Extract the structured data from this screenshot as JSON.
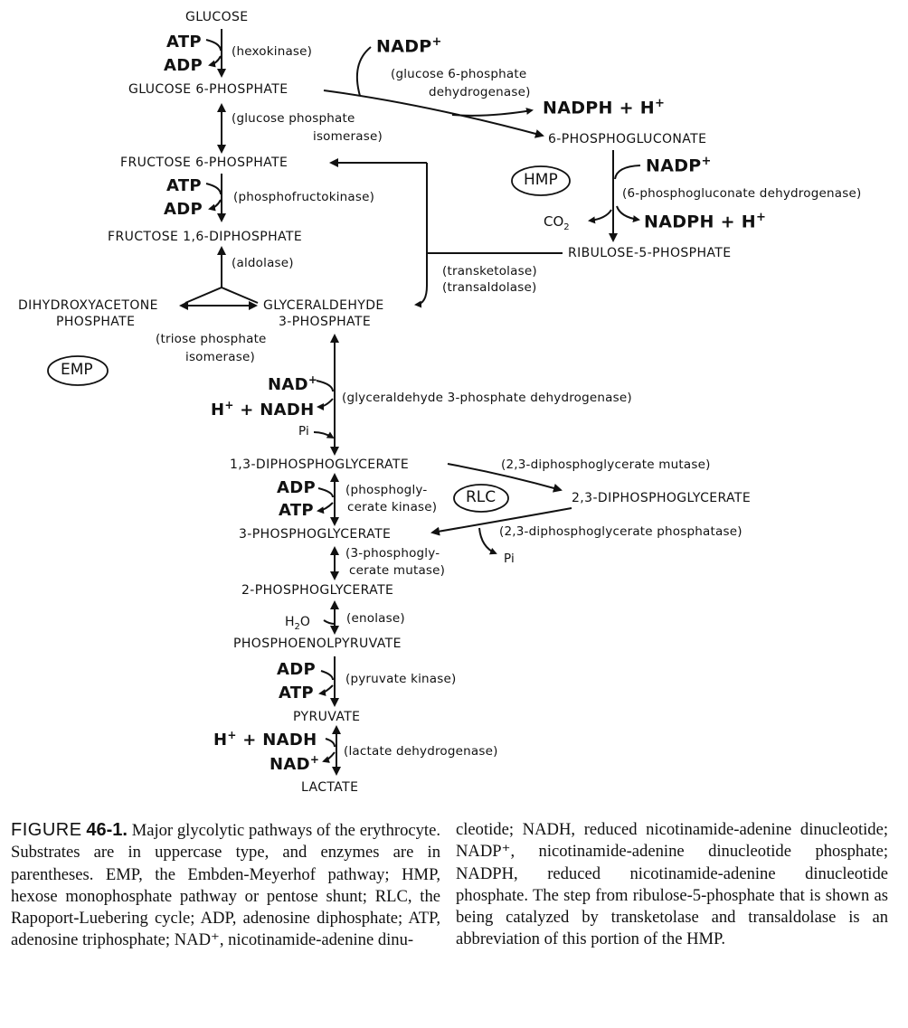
{
  "substrates": {
    "glucose": "GLUCOSE",
    "g6p": "GLUCOSE 6-PHOSPHATE",
    "f6p": "FRUCTOSE 6-PHOSPHATE",
    "fdp": "FRUCTOSE 1,6-DIPHOSPHATE",
    "dhap_1": "DIHYDROXYACETONE",
    "dhap_2": "PHOSPHATE",
    "gap_1": "GLYCERALDEHYDE",
    "gap_2": "3-PHOSPHATE",
    "dpg13": "1,3-DIPHOSPHOGLYCERATE",
    "dpg23": "2,3-DIPHOSPHOGLYCERATE",
    "pg3": "3-PHOSPHOGLYCERATE",
    "pg2": "2-PHOSPHOGLYCERATE",
    "pep": "PHOSPHOENOLPYRUVATE",
    "pyruvate": "PYRUVATE",
    "lactate": "LACTATE",
    "pgluconate": "6-PHOSPHOGLUCONATE",
    "ru5p": "RIBULOSE-5-PHOSPHATE"
  },
  "enzymes": {
    "hexokinase": "(hexokinase)",
    "gpi_1": "(glucose phosphate",
    "gpi_2": "isomerase)",
    "pfk": "(phosphofructokinase)",
    "aldolase": "(aldolase)",
    "tpi_1": "(triose phosphate",
    "tpi_2": "isomerase)",
    "gapdh": "(glyceraldehyde 3-phosphate dehydrogenase)",
    "pgk_1": "(phosphogly-",
    "pgk_2": "cerate kinase)",
    "pgm_1": "(3-phosphogly-",
    "pgm_2": "cerate mutase)",
    "enolase": "(enolase)",
    "pk": "(pyruvate kinase)",
    "ldh": "(lactate dehydrogenase)",
    "dpgm": "(2,3-diphosphoglycerate mutase)",
    "dpgp": "(2,3-diphosphoglycerate phosphatase)",
    "g6pd_1": "(glucose 6-phosphate",
    "g6pd_2": "dehydrogenase)",
    "pgd": "(6-phosphogluconate dehydrogenase)",
    "transketolase": "(transketolase)",
    "transaldolase": "(transaldolase)"
  },
  "cofactors": {
    "atp": "ATP",
    "adp": "ADP",
    "nad": "NAD",
    "nadh": "NADH",
    "h": "H",
    "plus": "+",
    "pi": "Pi",
    "h2o_h": "H",
    "h2o_2": "2",
    "h2o_o": "O",
    "co2_c": "CO",
    "co2_2": "2",
    "nadp": "NADP",
    "nadph": "NADPH",
    "nadph_h": "NADPH + H"
  },
  "pathways": {
    "hmp": "HMP",
    "emp": "EMP",
    "rlc": "RLC"
  },
  "caption": {
    "figure": "FIGURE",
    "number": "46-1.",
    "col1": "Major glycolytic pathways of the erythrocyte. Substrates are in uppercase type, and enzymes are in parentheses. EMP, the Embden-Meyerhof pathway; HMP, hexose monophosphate pathway or pentose shunt; RLC, the Rapoport-Luebering cycle; ADP, adenosine diphosphate; ATP, adenosine triphosphate; NAD⁺, nicotinamide-adenine dinu-",
    "col2": "cleotide; NADH, reduced nicotinamide-adenine dinucleotide; NADP⁺, nicotinamide-adenine dinucleotide phosphate; NADPH, reduced nicotinamide-adenine dinucleotide phosphate. The step from ribulose-5-phosphate that is shown as being catalyzed by transketolase and transaldolase is an abbreviation of this portion of the HMP."
  }
}
